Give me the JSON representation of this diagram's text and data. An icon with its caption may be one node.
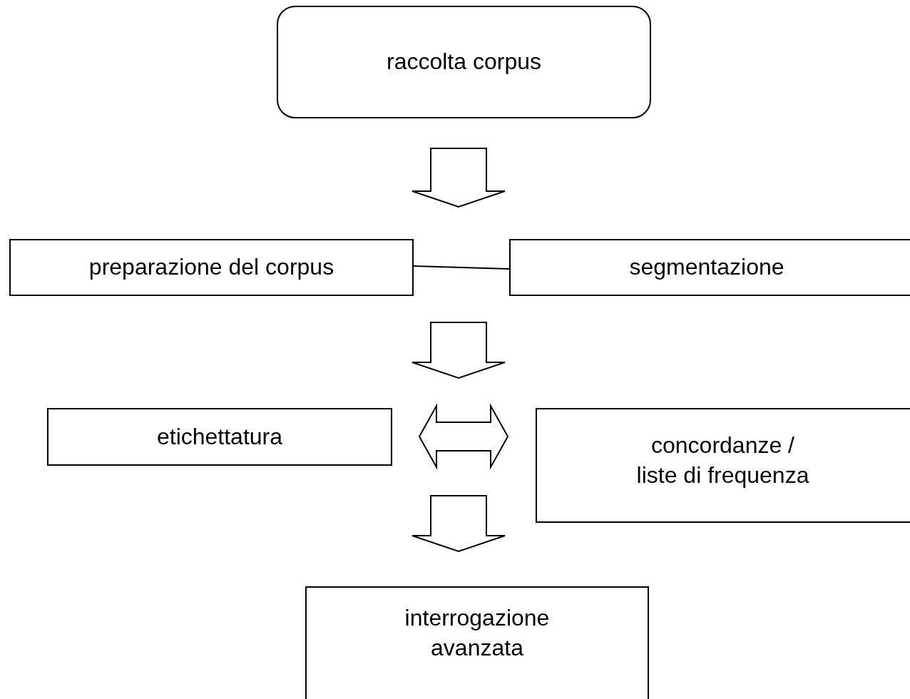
{
  "diagram": {
    "nodes": [
      {
        "text": [
          "raccolta corpus"
        ]
      },
      {
        "text": [
          "preparazione del corpus"
        ]
      },
      {
        "text": [
          "segmentazione"
        ]
      },
      {
        "text": [
          "etichettatura"
        ]
      },
      {
        "text": [
          "concordanze / liste di frequenza"
        ]
      },
      {
        "text": [
          "interrogazione avanzata"
        ]
      }
    ],
    "edges": [
      {
        "from": 0,
        "to": 1,
        "arrow": "to"
      },
      {
        "from": 1,
        "to": 2,
        "arrow": "none"
      },
      {
        "from": 1,
        "to": 3,
        "arrow": "to"
      },
      {
        "from": 3,
        "to": 4,
        "arrow": "both"
      },
      {
        "from": 3,
        "to": 5,
        "arrow": "to"
      }
    ]
  }
}
